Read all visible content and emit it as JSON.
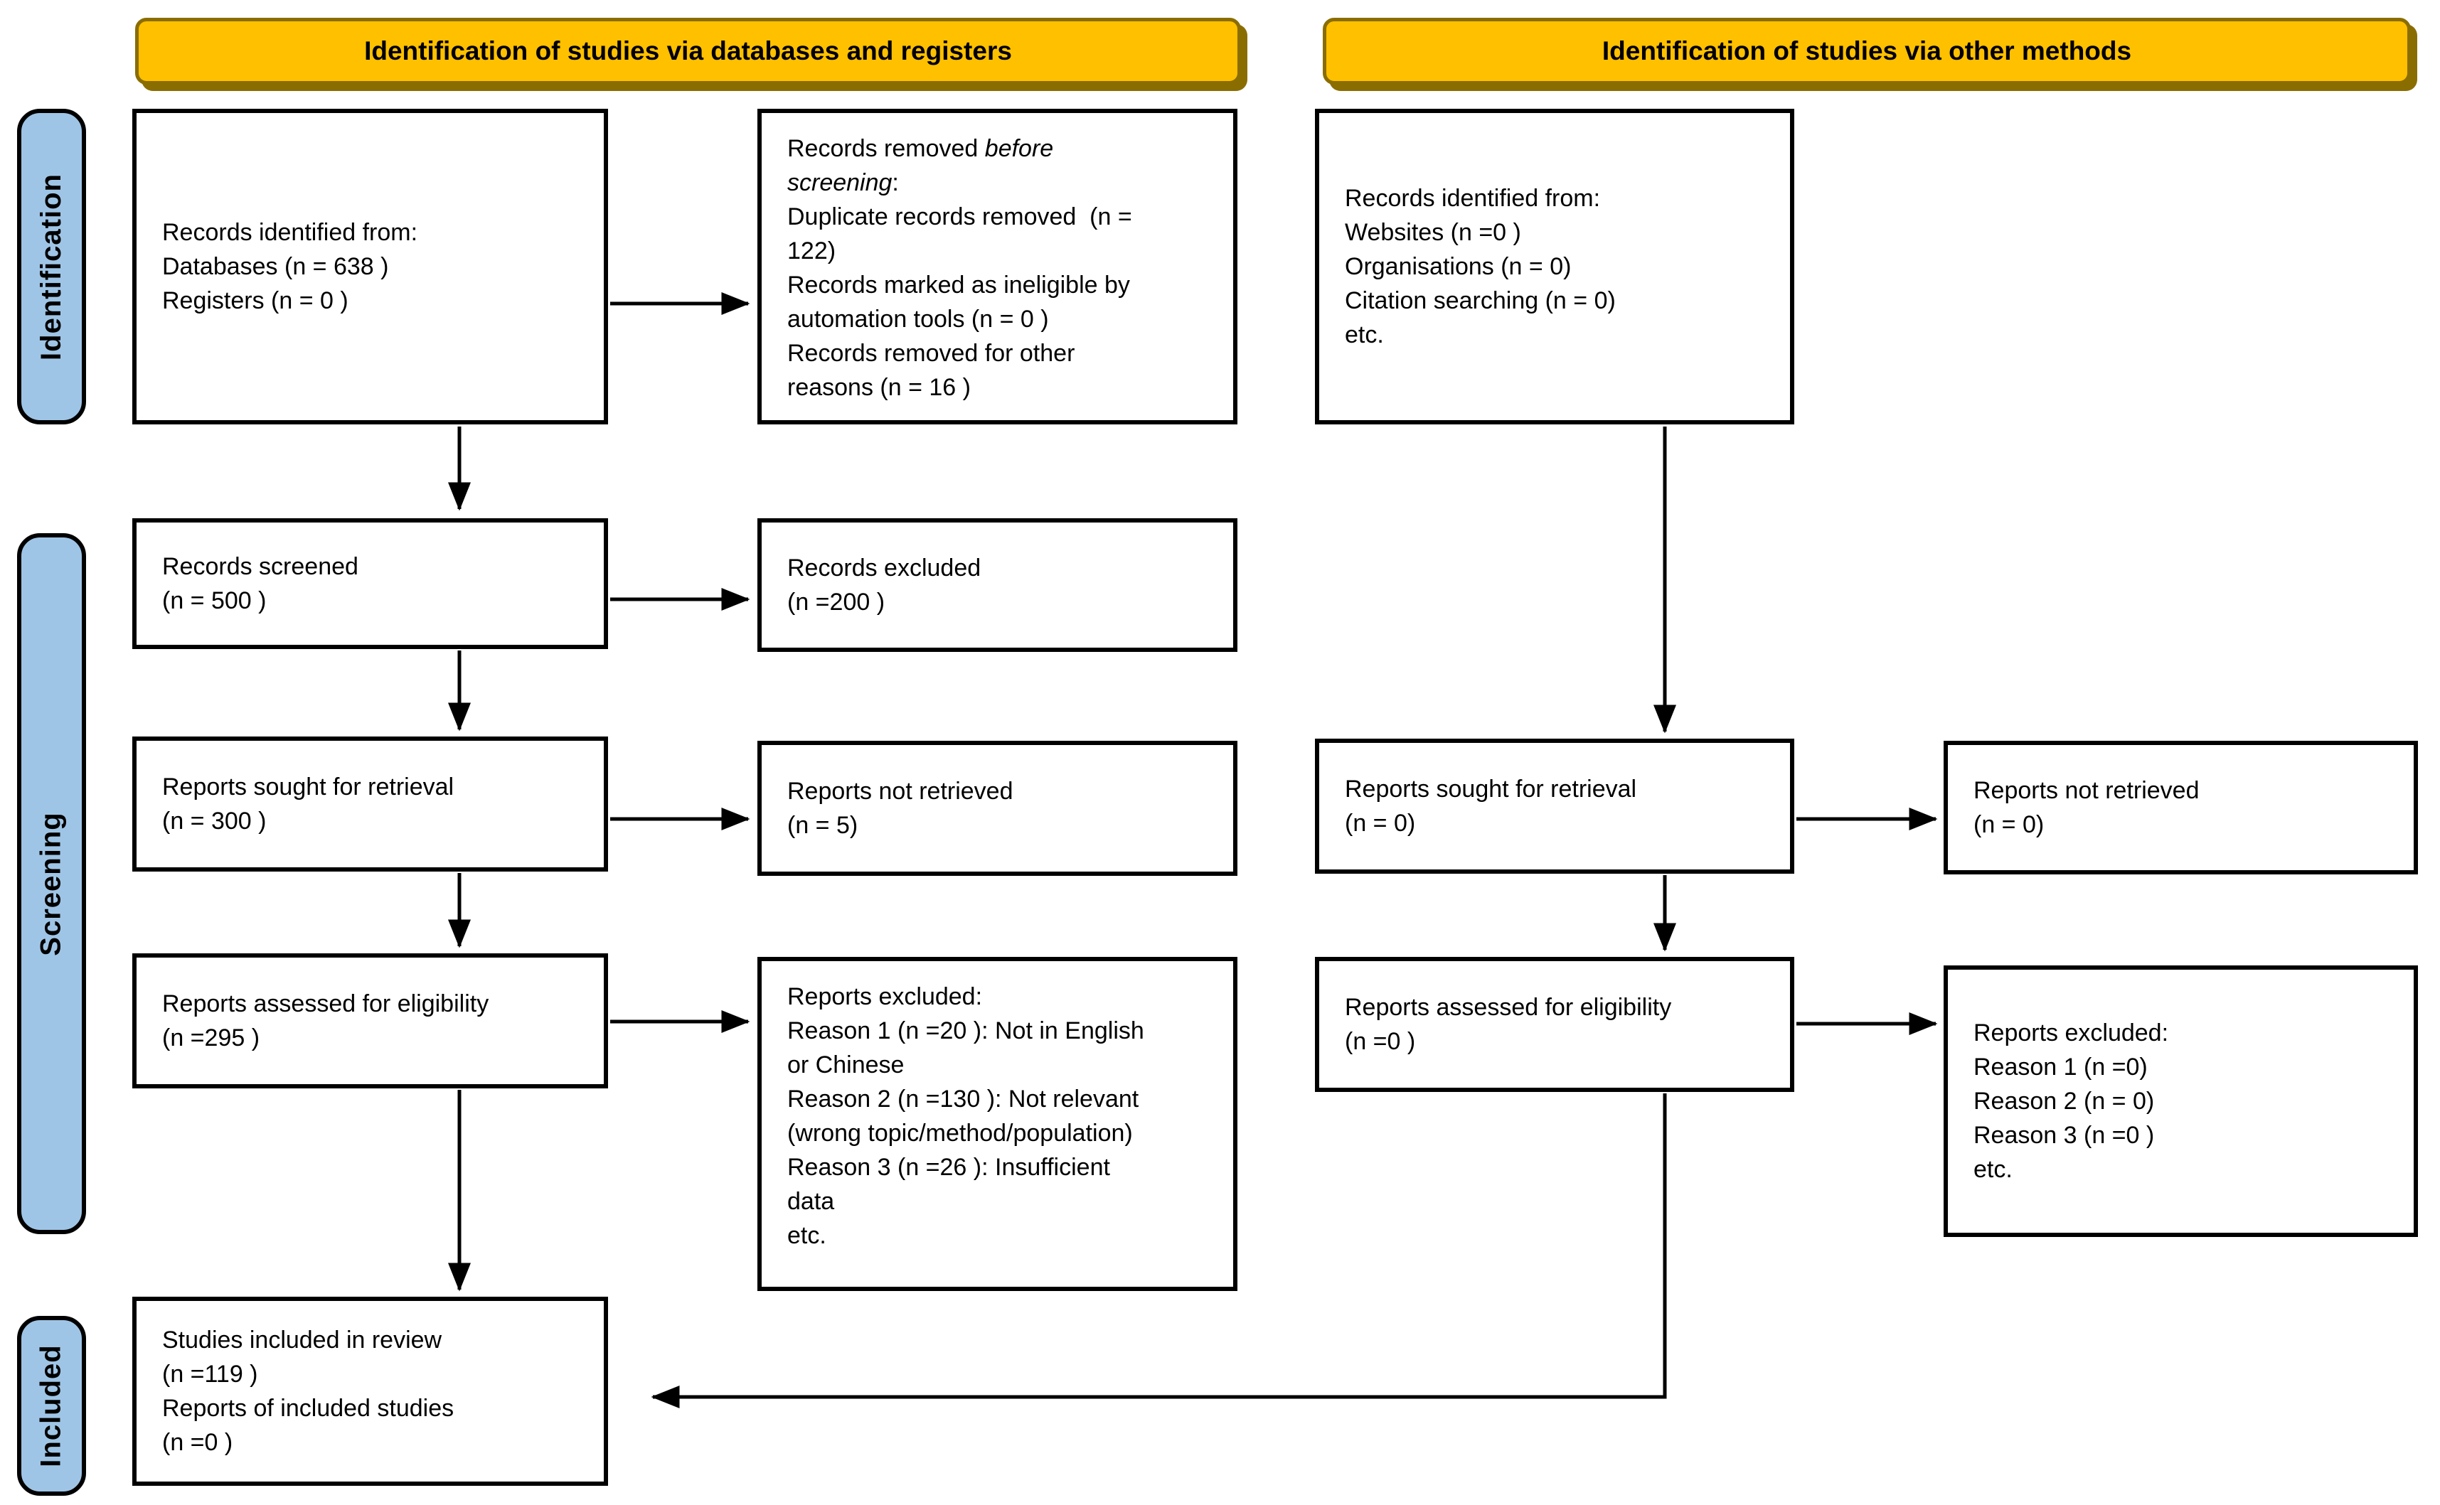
{
  "banners": {
    "databases": "Identification of studies via databases and registers",
    "other_methods": "Identification of studies via other methods"
  },
  "stages": {
    "identification": "Identification",
    "screening": "Screening",
    "included": "Included"
  },
  "colors": {
    "banner_fill": "#FFC000",
    "banner_border": "#8A6D00",
    "stage_fill": "#9FC5E6",
    "box_border": "#000000",
    "arrow": "#000000"
  },
  "boxes": {
    "records_identified_db": {
      "lines": [
        "Records identified from:",
        "Databases (n = 638 )",
        "Registers (n = 0 )"
      ]
    },
    "records_removed": {
      "intro_prefix": "Records removed ",
      "intro_italic1": "before",
      "intro_italic2": "screening",
      "intro_suffix": ":",
      "lines": [
        "Duplicate records removed  (n =",
        "122)",
        "Records marked as ineligible by",
        "automation tools (n = 0 )",
        "Records removed for other",
        "reasons (n = 16 )"
      ]
    },
    "records_identified_other": {
      "lines": [
        "Records identified from:",
        "Websites (n =0 )",
        "Organisations (n = 0)",
        "Citation searching (n = 0)",
        "etc."
      ]
    },
    "records_screened": {
      "lines": [
        "Records screened",
        "(n = 500 )"
      ]
    },
    "records_excluded": {
      "lines": [
        "Records excluded",
        "(n =200 )"
      ]
    },
    "reports_sought_db": {
      "lines": [
        "Reports sought for retrieval",
        "(n = 300 )"
      ]
    },
    "reports_not_retrieved_db": {
      "lines": [
        "Reports not retrieved",
        "(n = 5)"
      ]
    },
    "reports_sought_other": {
      "lines": [
        "Reports sought for retrieval",
        "(n = 0)"
      ]
    },
    "reports_not_retrieved_other": {
      "lines": [
        "Reports not retrieved",
        "(n = 0)"
      ]
    },
    "reports_assessed_db": {
      "lines": [
        "Reports assessed for eligibility",
        "(n =295 )"
      ]
    },
    "reports_excluded_db": {
      "lines": [
        "Reports excluded:",
        "Reason 1 (n =20 ): Not in English",
        "or Chinese",
        "Reason 2 (n =130 ): Not relevant",
        "(wrong topic/method/population)",
        "Reason 3 (n =26 ): Insufficient",
        "data",
        "etc."
      ]
    },
    "reports_assessed_other": {
      "lines": [
        "Reports assessed for eligibility",
        "(n =0 )"
      ]
    },
    "reports_excluded_other": {
      "lines": [
        "Reports excluded:",
        "Reason 1 (n =0)",
        "Reason 2 (n = 0)",
        "Reason 3 (n =0 )",
        "etc."
      ]
    },
    "studies_included": {
      "lines": [
        "Studies included in review",
        "(n =119 )",
        "Reports of included studies",
        "(n =0 )"
      ]
    }
  }
}
